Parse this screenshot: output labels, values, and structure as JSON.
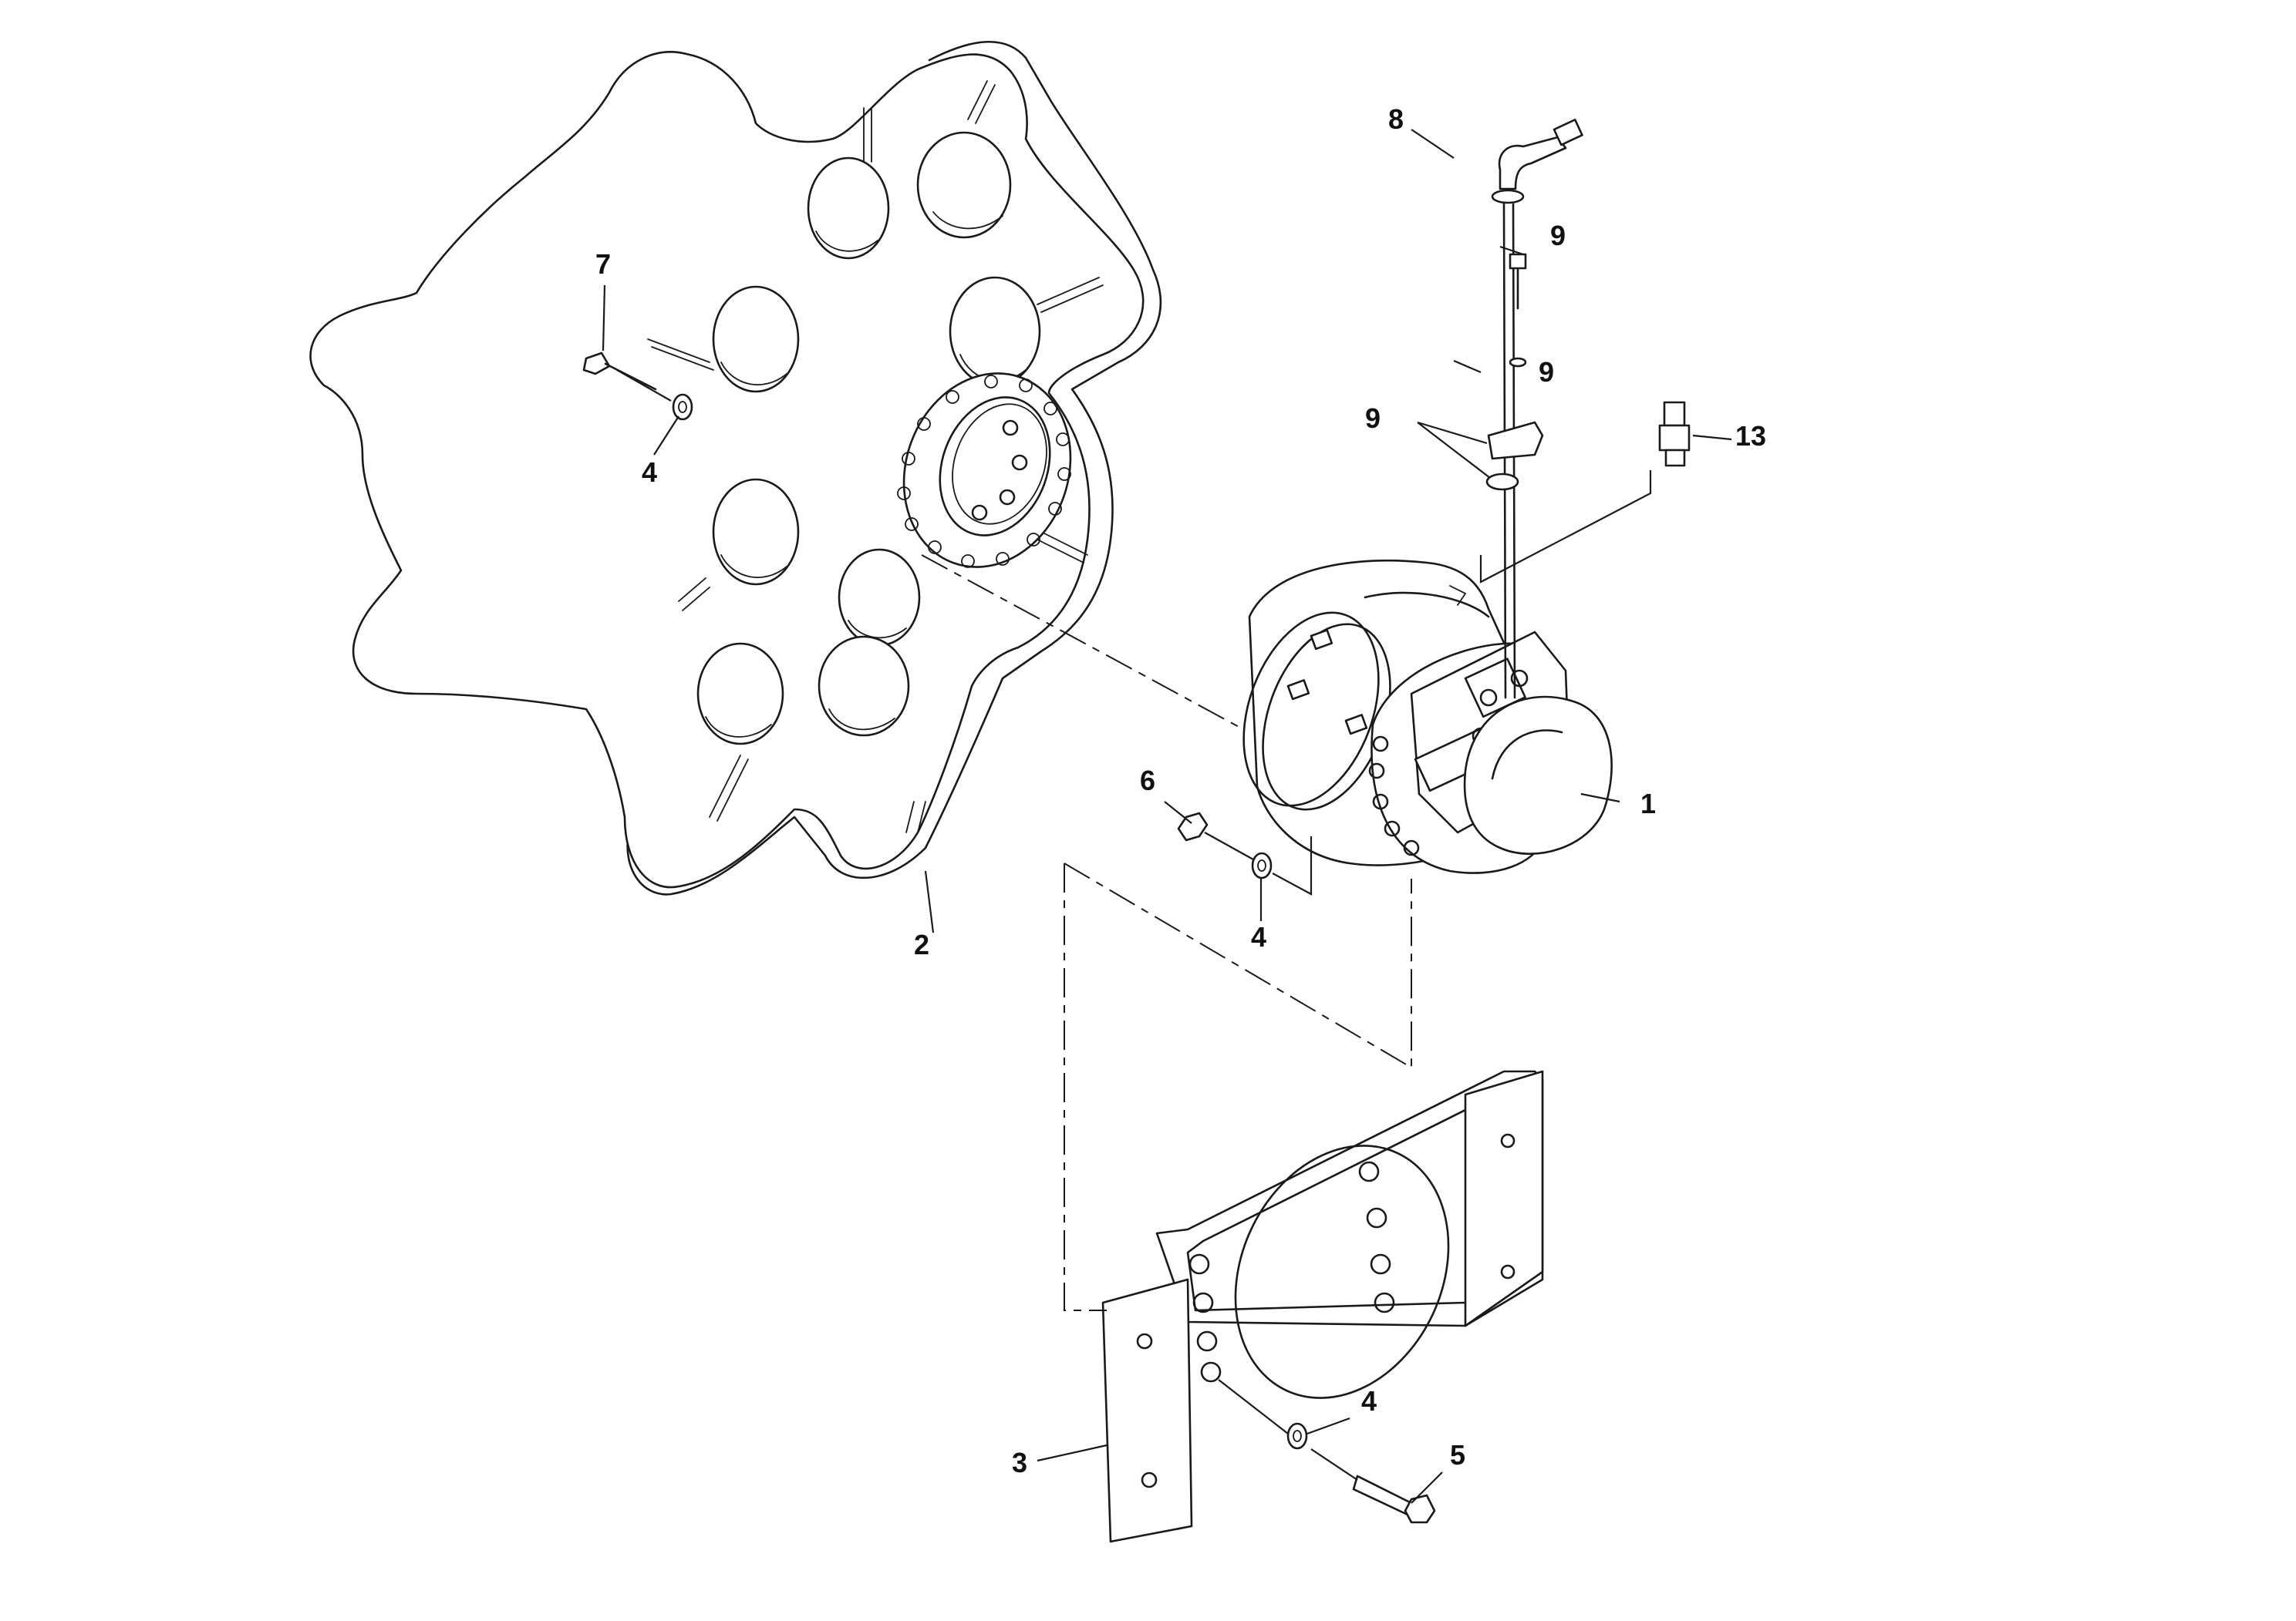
{
  "callouts": {
    "c1": "1",
    "c2": "2",
    "c3": "3",
    "c4a": "4",
    "c4b": "4",
    "c4c": "4",
    "c5": "5",
    "c6": "6",
    "c7": "7",
    "c8": "8",
    "c9a": "9",
    "c9b": "9",
    "c9c": "9",
    "c13": "13"
  }
}
